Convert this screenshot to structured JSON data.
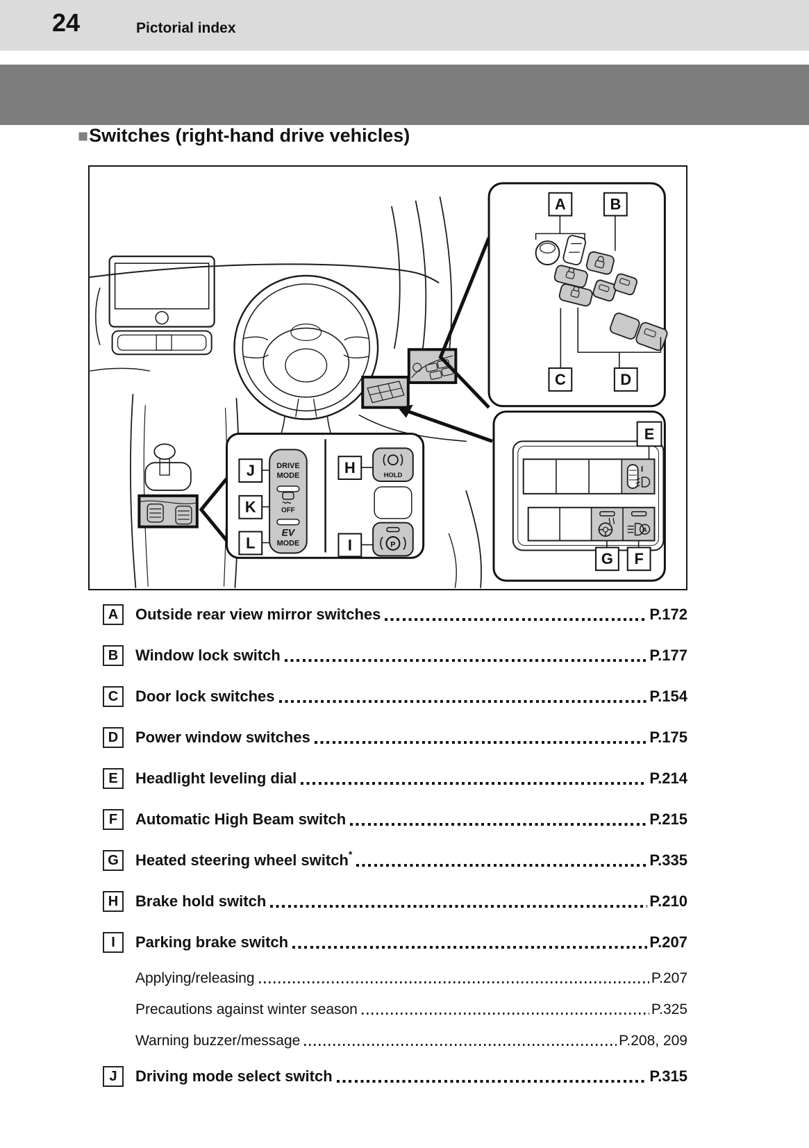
{
  "header": {
    "page_number": "24",
    "section_title": "Pictorial index"
  },
  "section": {
    "bullet": "■",
    "title": "Switches (right-hand drive vehicles)"
  },
  "diagram": {
    "labels": {
      "A": "A",
      "B": "B",
      "C": "C",
      "D": "D",
      "E": "E",
      "F": "F",
      "G": "G",
      "H": "H",
      "I": "I",
      "J": "J",
      "K": "K",
      "L": "L"
    },
    "switches": {
      "drive1": "DRIVE",
      "drive2": "MODE",
      "off": "OFF",
      "ev": "EV",
      "ev_mode": "MODE",
      "hold": "HOLD",
      "park": "P",
      "ahb": "A"
    }
  },
  "index": {
    "items": [
      {
        "label": "A",
        "text": "Outside rear view mirror switches",
        "page": "P.172"
      },
      {
        "label": "B",
        "text": "Window lock switch",
        "page": "P.177"
      },
      {
        "label": "C",
        "text": "Door lock switches",
        "page": "P.154"
      },
      {
        "label": "D",
        "text": "Power window switches",
        "page": "P.175"
      },
      {
        "label": "E",
        "text": "Headlight leveling dial",
        "page": "P.214"
      },
      {
        "label": "F",
        "text": "Automatic High Beam switch",
        "page": "P.215"
      },
      {
        "label": "G",
        "text": "Heated steering wheel switch",
        "sup": "*",
        "page": "P.335"
      },
      {
        "label": "H",
        "text": "Brake hold switch",
        "page": "P.210"
      },
      {
        "label": "I",
        "text": "Parking brake switch",
        "page": "P.207",
        "sub": [
          {
            "text": "Applying/releasing",
            "page": "P.207"
          },
          {
            "text": "Precautions against winter season",
            "page": "P.325"
          },
          {
            "text": "Warning buzzer/message",
            "page": "P.208, 209"
          }
        ]
      },
      {
        "label": "J",
        "text": "Driving mode select switch",
        "page": "P.315"
      }
    ]
  },
  "colors": {
    "header_bg": "#dbdbdb",
    "banner": "#7d7d7d",
    "highlight": "#c9c9c9",
    "bullet": "#7f7f7f"
  }
}
